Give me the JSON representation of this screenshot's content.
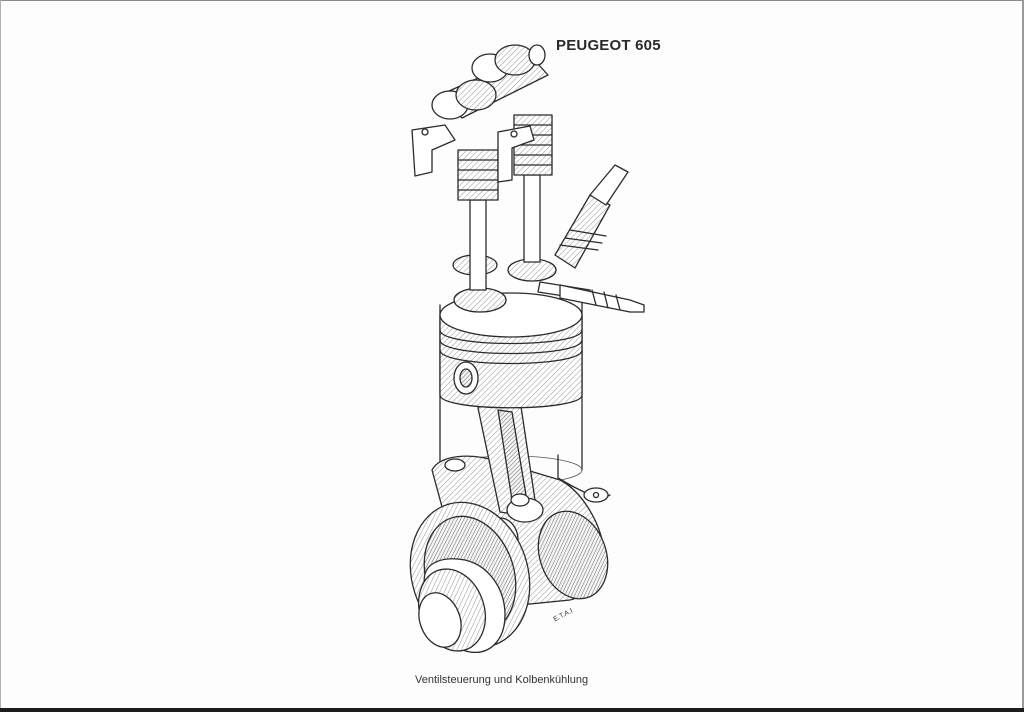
{
  "title": "PEUGEOT 605",
  "caption": "Ventilsteuerung und Kolbenkühlung",
  "signature": "E.T.A.I",
  "colors": {
    "paper": "#fdfdfd",
    "ink": "#2b2b2b"
  }
}
